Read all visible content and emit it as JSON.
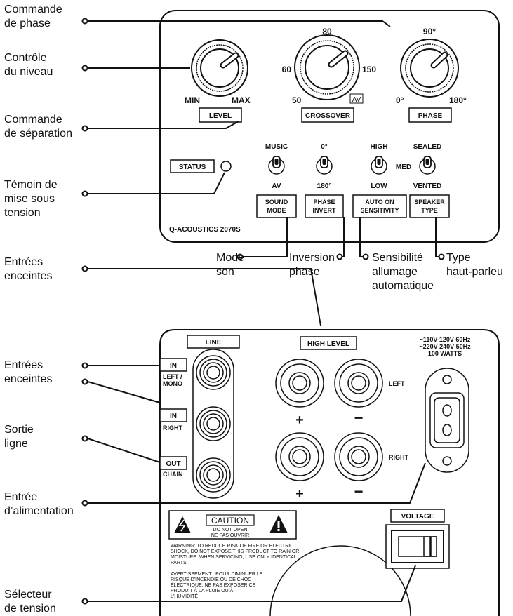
{
  "callouts_left": {
    "phase_control": [
      "Commande",
      "de phase"
    ],
    "level_control": [
      "Contrôle",
      "du niveau"
    ],
    "crossover_control": [
      "Commande",
      "de séparation"
    ],
    "power_led": [
      "Témoin de",
      "mise sous",
      "tension"
    ],
    "speaker_inputs_a": [
      "Entrées",
      "enceintes"
    ],
    "speaker_inputs_b": [
      "Entrées",
      "enceintes"
    ],
    "line_out": [
      "Sortie",
      "ligne"
    ],
    "power_input": [
      "Entrée",
      "d’alimentation"
    ],
    "voltage_selector": [
      "Sélecteur",
      "de tension"
    ]
  },
  "callouts_bottom": {
    "sound_mode": [
      "Mode",
      "son"
    ],
    "phase_invert": [
      "Inversion",
      "phase"
    ],
    "auto_on": [
      "Sensibilité",
      "allumage",
      "automatique"
    ],
    "speaker_type": [
      "Type",
      "haut-parleu"
    ]
  },
  "top_panel": {
    "level": {
      "min": "MIN",
      "max": "MAX",
      "label": "LEVEL"
    },
    "crossover": {
      "v50": "50",
      "v60": "60",
      "v80": "80",
      "v150": "150",
      "av": "AV",
      "label": "CROSSOVER"
    },
    "phase": {
      "v0": "0°",
      "v90": "90°",
      "v180": "180°",
      "label": "PHASE"
    },
    "status_label": "STATUS",
    "switches": {
      "sound_mode": {
        "top": "MUSIC",
        "bottom": "AV",
        "label": [
          "SOUND",
          "MODE"
        ]
      },
      "phase_invert": {
        "top": "0°",
        "bottom": "180°",
        "label": [
          "PHASE",
          "INVERT"
        ]
      },
      "auto_on": {
        "top": "HIGH",
        "bottom": "LOW",
        "mid": "MED",
        "label": [
          "AUTO ON",
          "SENSITIVITY"
        ]
      },
      "speaker_type": {
        "top": "SEALED",
        "bottom": "VENTED",
        "label": [
          "SPEAKER",
          "TYPE"
        ]
      }
    },
    "model": "Q-ACOUSTICS 2070S"
  },
  "bottom_panel": {
    "line_label": "LINE",
    "high_level_label": "HIGH LEVEL",
    "in1": "IN",
    "in1_sub": [
      "LEFT /",
      "MONO"
    ],
    "in2": "IN",
    "in2_sub": "RIGHT",
    "out": "OUT",
    "out_sub": "CHAIN",
    "left": "LEFT",
    "right": "RIGHT",
    "plus": "+",
    "minus": "−",
    "power_spec": [
      "~110V-120V 60Hz",
      "~220V-240V 50Hz",
      "100 WATTS"
    ],
    "voltage_label": "VOLTAGE",
    "caution": "CAUTION",
    "do_not_open": [
      "DO NOT OPEN",
      "NE PAS OUVRIR"
    ],
    "warning_en": [
      "WARNING: TO REDUCE RISK OF FIRE OR ELECTRIC",
      "SHOCK, DO NOT EXPOSE THIS PRODUCT TO RAIN OR",
      "MOISTURE. WHEN SERVICING, USE ONLY IDENTICAL",
      "PARTS."
    ],
    "warning_fr": [
      "AVERTISSEMENT : POUR DIMINUER LE",
      "RISQUE D'INCENDIE OU DE CHOC",
      "ÉLECTRIQUE, NE PAS EXPOSER CE",
      "PRODUIT À LA PLUIE OU À",
      "L'HUMIDITÉ"
    ]
  }
}
